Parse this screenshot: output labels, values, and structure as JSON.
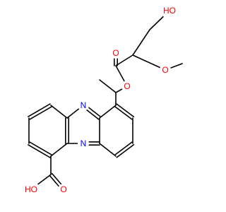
{
  "molecule": {
    "atoms": {
      "n_top": "N",
      "n_bottom": "N",
      "o_ester_ether": "O",
      "o_ester_carbonyl": "O",
      "o_methoxy": "O",
      "o_hydroxyl": "HO",
      "o_acid_carbonyl": "O",
      "o_acid_hydroxyl": "HO"
    },
    "colors": {
      "bond": "#000000",
      "nitrogen": "#0000ff",
      "oxygen": "#ff0000"
    }
  }
}
